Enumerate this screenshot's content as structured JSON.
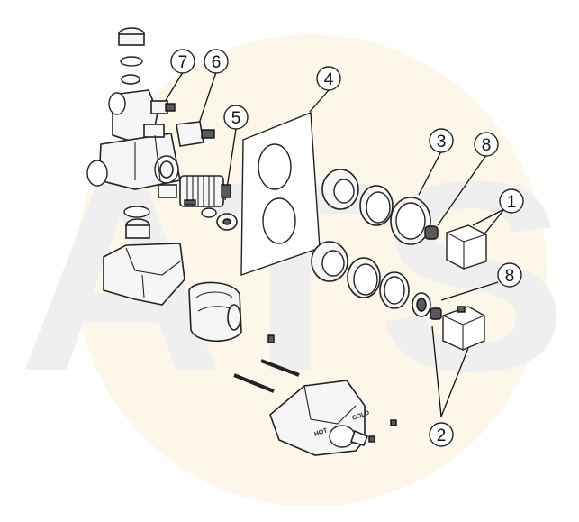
{
  "callouts": [
    {
      "id": "c1",
      "label": "1"
    },
    {
      "id": "c2",
      "label": "2"
    },
    {
      "id": "c3",
      "label": "3"
    },
    {
      "id": "c4",
      "label": "4"
    },
    {
      "id": "c5",
      "label": "5"
    },
    {
      "id": "c6",
      "label": "6"
    },
    {
      "id": "c7",
      "label": "7"
    },
    {
      "id": "c8a",
      "label": "8"
    },
    {
      "id": "c8b",
      "label": "8"
    }
  ],
  "part_text": {
    "hot": "HOT",
    "cold": "COLD"
  },
  "watermark": {
    "text": "ATS",
    "color": "#eeeeee",
    "disc_color": "#fdf7ea"
  }
}
